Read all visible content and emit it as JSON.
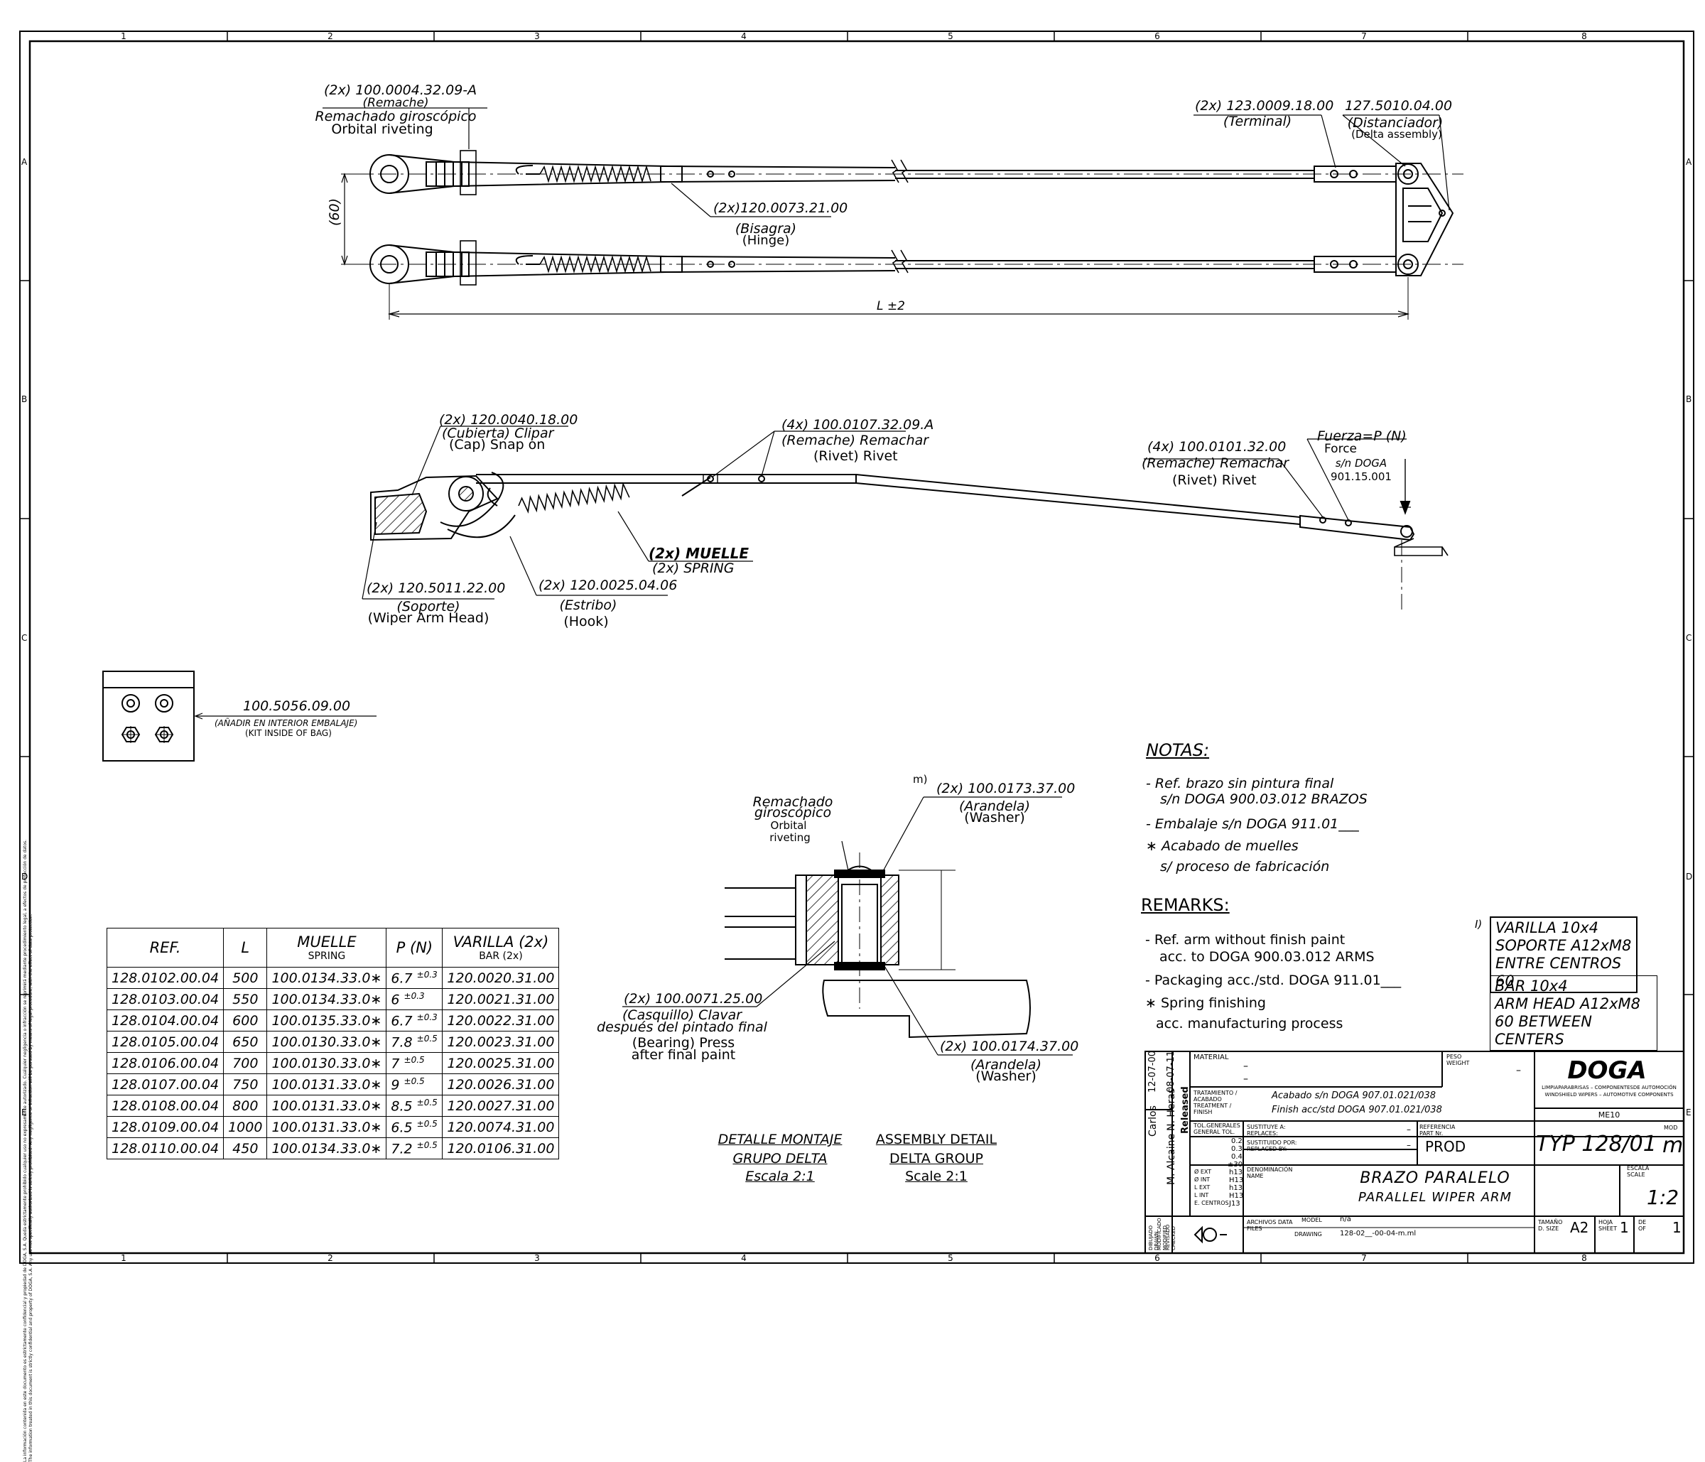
{
  "frame": {
    "columns": [
      "1",
      "2",
      "3",
      "4",
      "5",
      "6",
      "7",
      "8"
    ],
    "rows": [
      "A",
      "B",
      "C",
      "D",
      "E"
    ],
    "side_note": [
      "La información contenida en este documento es estrictamente confidencial y propiedad de DOGA, S.A. Queda estrictamente prohibido cualquier uso no expresamente autorizado. Cualquier negligencia o infracción se reprimirá mediante procedimiento legal, a efectos de protección de datos.",
      "The information treated in this document is strictly confidential and property of DOGA, S.A. Any use not specifically authorized is strictly prohibited. Any negligence or infraction will be pursued by means of legal procedure, with the effect of data protection."
    ]
  },
  "top_view": {
    "rivet_ref": "(2x) 100.0004.32.09-A",
    "rivet_es": "(Remache)",
    "rivet_es2": "Remachado giroscópico",
    "rivet_en": "Orbital riveting",
    "terminal_ref": "(2x) 123.0009.18.00",
    "terminal_label": "(Terminal)",
    "delta_ref": "127.5010.04.00",
    "delta_es": "(Distanciador)",
    "delta_en": "(Delta assembly)",
    "hinge_ref": "(2x)120.0073.21.00",
    "hinge_es": "(Bisagra)",
    "hinge_en": "(Hinge)",
    "spacing": "(60)",
    "length": "L ±2"
  },
  "side_view": {
    "cap_ref": "(2x) 120.0040.18.00",
    "cap_es": "(Cubierta) Clipar",
    "cap_en": "(Cap) Snap on",
    "rivet4_ref": "(4x) 100.0107.32.09.A",
    "rivet4_es": "(Remache) Remachar",
    "rivet4_en": "(Rivet) Rivet",
    "rivet4b_ref": "(4x) 100.0101.32.00",
    "rivet4b_es": "(Remache) Remachar",
    "rivet4b_en": "(Rivet) Rivet",
    "force_es": "Fuerza=P (N)",
    "force_en": "Force",
    "force_std1": "s/n DOGA",
    "force_std2": "901.15.001",
    "spring_ref": "(2x) MUELLE",
    "spring_en": "(2x) SPRING",
    "head_ref": "(2x) 120.5011.22.00",
    "head_es": "(Soporte)",
    "head_en": "(Wiper Arm Head)",
    "hook_ref": "(2x) 120.0025.04.06",
    "hook_es": "(Estribo)",
    "hook_en": "(Hook)"
  },
  "kit": {
    "ref": "100.5056.09.00",
    "es": "(AÑADIR EN INTERIOR EMBALAJE)",
    "en": "(KIT INSIDE OF BAG)"
  },
  "detail": {
    "marker": "m)",
    "orbital_es1": "Remachado",
    "orbital_es2": "giroscópico",
    "orbital_en1": "Orbital",
    "orbital_en2": "riveting",
    "washer_top_ref": "(2x) 100.0173.37.00",
    "washer_top_es": "(Arandela)",
    "washer_top_en": "(Washer)",
    "bearing_ref": "(2x) 100.0071.25.00",
    "bearing_es1": "(Casquillo) Clavar",
    "bearing_es2": "después del pintado final",
    "bearing_en1": "(Bearing) Press",
    "bearing_en2": "after final paint",
    "washer_bot_ref": "(2x) 100.0174.37.00",
    "washer_bot_es": "(Arandela)",
    "washer_bot_en": "(Washer)",
    "title_es1": "DETALLE MONTAJE",
    "title_es2": "GRUPO DELTA",
    "title_es3": "Escala 2:1",
    "title_en1": "ASSEMBLY DETAIL",
    "title_en2": "DELTA GROUP",
    "title_en3": "Scale 2:1"
  },
  "notes": {
    "title": "NOTAS:",
    "n1a": "- Ref. brazo sin pintura final",
    "n1b": "s/n DOGA 900.03.012 BRAZOS",
    "n2": "- Embalaje s/n DOGA 911.01___",
    "n3a": "∗ Acabado de muelles",
    "n3b": "s/ proceso de fabricación",
    "remarks_title": "REMARKS:",
    "r1a": "- Ref. arm without   finish paint",
    "r1b": "acc. to DOGA 900.03.012 ARMS",
    "r2": "- Packaging acc./std. DOGA 911.01___",
    "r3a": "∗ Spring finishing",
    "r3b": "acc. manufacturing process"
  },
  "spec": {
    "marker": "I)",
    "es": [
      "VARILLA 10x4",
      "SOPORTE A12xM8",
      "ENTRE CENTROS 60"
    ],
    "en": [
      "BAR 10x4",
      "ARM HEAD A12xM8",
      "60 BETWEEN CENTERS"
    ]
  },
  "table": {
    "headers": [
      "REF.",
      "L",
      "MUELLE",
      "P (N)",
      "VARILLA (2x)"
    ],
    "subheaders": [
      "",
      "",
      "SPRING",
      "",
      "BAR (2x)"
    ],
    "rows": [
      {
        "ref": "128.0102.00.04",
        "l": "500",
        "spring": "100.0134.33.0∗",
        "p": "6.7",
        "tol": "±0.3",
        "bar": "120.0020.31.00"
      },
      {
        "ref": "128.0103.00.04",
        "l": "550",
        "spring": "100.0134.33.0∗",
        "p": "6",
        "tol": "±0.3",
        "bar": "120.0021.31.00"
      },
      {
        "ref": "128.0104.00.04",
        "l": "600",
        "spring": "100.0135.33.0∗",
        "p": "6.7",
        "tol": "±0.3",
        "bar": "120.0022.31.00"
      },
      {
        "ref": "128.0105.00.04",
        "l": "650",
        "spring": "100.0130.33.0∗",
        "p": "7.8",
        "tol": "±0.5",
        "bar": "120.0023.31.00"
      },
      {
        "ref": "128.0106.00.04",
        "l": "700",
        "spring": "100.0130.33.0∗",
        "p": "7",
        "tol": "±0.5",
        "bar": "120.0025.31.00"
      },
      {
        "ref": "128.0107.00.04",
        "l": "750",
        "spring": "100.0131.33.0∗",
        "p": "9",
        "tol": "±0.5",
        "bar": "120.0026.31.00"
      },
      {
        "ref": "128.0108.00.04",
        "l": "800",
        "spring": "100.0131.33.0∗",
        "p": "8.5",
        "tol": "±0.5",
        "bar": "120.0027.31.00"
      },
      {
        "ref": "128.0109.00.04",
        "l": "1000",
        "spring": "100.0131.33.0∗",
        "p": "6.5",
        "tol": "±0.5",
        "bar": "120.0074.31.00"
      },
      {
        "ref": "128.0110.00.04",
        "l": "450",
        "spring": "100.0134.33.0∗",
        "p": "7.2",
        "tol": "±0.5",
        "bar": "120.0106.31.00"
      }
    ]
  },
  "title_block": {
    "date1": "12-07-00",
    "date2": "08-07-11",
    "drawn": "Carlos",
    "checked": "N. Heras",
    "approved": "M. Alcaine",
    "released": "Released",
    "material_label": "MATERIAL",
    "material_value1": "–",
    "material_value2": "–",
    "weight_label": "PESO WEIGHT",
    "weight_value": "–",
    "treatment_label": "TRATAMIENTO / ACABADO TREATMENT / FINISH",
    "treatment_es": "Acabado s/n DOGA 907.01.021/038",
    "treatment_en": "Finish acc/std DOGA 907.01.021/038",
    "company": "DOGA",
    "company_sub1": "LIMPIAPARABRISAS – COMPONENTESDE AUTOMOCIÓN",
    "company_sub2": "WINDSHIELD WIPERS – AUTOMOTIVE COMPONENTS",
    "code": "ME10",
    "tol_label": "TOL.GENERALES GENERAL TOL.",
    "tol_values": [
      "0.2",
      "0.3",
      "0.4",
      "±30'",
      "h13",
      "H13",
      "h13",
      "H13",
      "J13"
    ],
    "tol_names": [
      "Ø EXT",
      "Ø INT",
      "L EXT",
      "L INT",
      "E. CENTROS"
    ],
    "replaces_label": "SUSTITUYE A: REPLACES:",
    "replaces_value": "–",
    "replaced_label": "SUSTITUIDO POR: REPLACED BY:",
    "replaced_value": "–",
    "partno_label": "REFERENCIA PART Nr.",
    "status": "PROD",
    "type": "TYP 128/01",
    "mod_label": "MOD",
    "mod_value": "m",
    "name_label": "DENOMINACIÓN NAME",
    "name_es": "BRAZO PARALELO",
    "name_en": "PARALLEL WIPER ARM",
    "scale_label": "ESCALA SCALE",
    "scale_value": "1:2",
    "scale_dash": "–",
    "files_label": "ARCHIVOS DATA FILES",
    "model_label": "MODEL",
    "model_value": "n/a",
    "drawing_label": "DRAWING",
    "drawing_value": "128-02__-00-04-m.ml",
    "size_label": "TAMAÑO D. SIZE",
    "size_value": "A2",
    "sheet_label": "HOJA SHEET",
    "sheet_value": "1",
    "of_label": "DE OF",
    "of_value": "1",
    "roles": [
      "DIBUJADO DRAWN",
      "MODIFICADO MODIFIED",
      "REVISADO CHECKED"
    ]
  },
  "colors": {
    "ink": "#000000",
    "paper": "#ffffff"
  }
}
